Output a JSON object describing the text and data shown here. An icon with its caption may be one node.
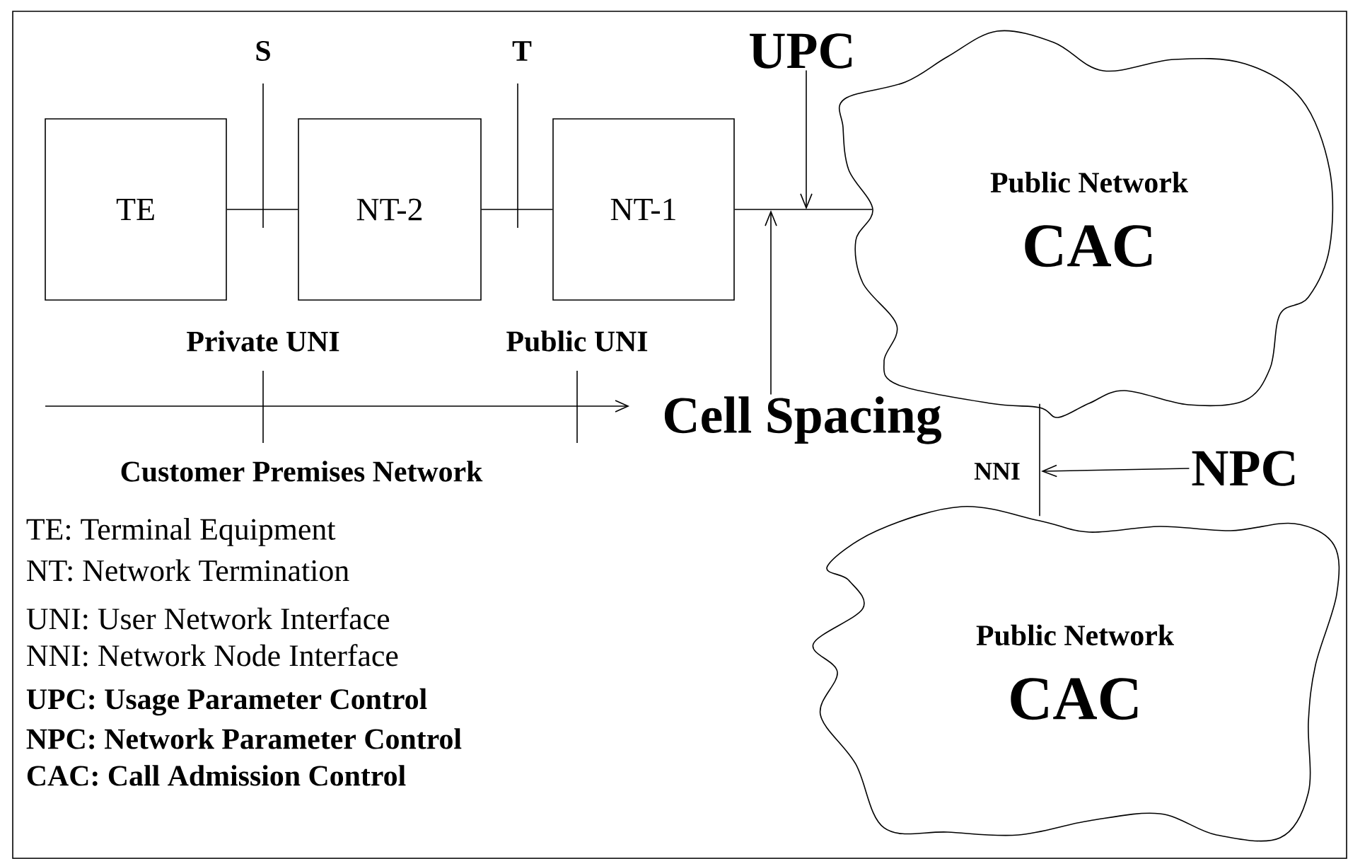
{
  "diagram": {
    "nodes": [
      {
        "text": [
          "TE"
        ]
      },
      {
        "text": [
          "NT-2"
        ]
      },
      {
        "text": [
          "NT-1"
        ]
      },
      {
        "text": [
          "Public Network",
          "CAC"
        ]
      },
      {
        "text": [
          "Public Network",
          "CAC"
        ]
      },
      {
        "text": [
          "UPC"
        ]
      },
      {
        "text": [
          "Cell Spacing"
        ]
      },
      {
        "text": [
          "NPC"
        ]
      }
    ],
    "edges": [
      {
        "from": 0,
        "to": 1,
        "arrow": "none"
      },
      {
        "from": 1,
        "to": 2,
        "arrow": "none"
      },
      {
        "from": 2,
        "to": 3,
        "arrow": "none"
      },
      {
        "from": 3,
        "to": 4,
        "arrow": "none",
        "label": "NNI"
      },
      {
        "from": 5,
        "to": null,
        "arrow": "to"
      },
      {
        "from": 6,
        "to": null,
        "arrow": "to"
      },
      {
        "from": 7,
        "to": null,
        "arrow": "to"
      }
    ],
    "labels": [
      "S",
      "T",
      "Private UNI",
      "Public UNI",
      "Customer Premises Network",
      "TE: Terminal Equipment",
      "NT: Network Termination",
      "UNI: User Network Interface",
      "NNI: Network Node Interface",
      "UPC: Usage Parameter Control",
      "NPC: Network Parameter Control",
      "CAC: Call Admission Control"
    ]
  }
}
